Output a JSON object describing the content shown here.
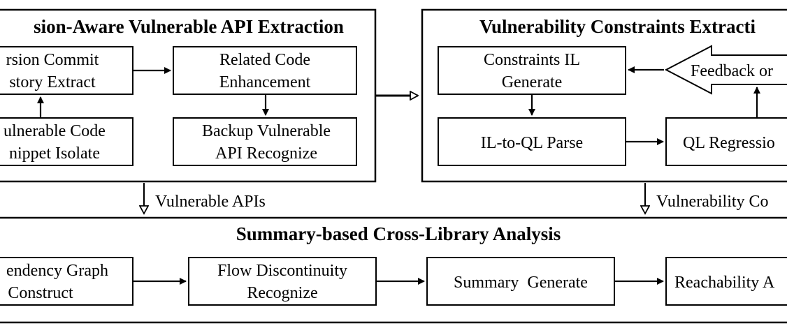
{
  "panels": {
    "left_title": "sion-Aware Vulnerable API Extraction",
    "right_title": "Vulnerability Constraints Extracti",
    "bottom_title": "Summary-based Cross-Library Analysis"
  },
  "left_boxes": {
    "version_commit": [
      "rsion Commit",
      "story Extract"
    ],
    "related_code": [
      "Related Code",
      "Enhancement"
    ],
    "vulnerable_code": [
      "ulnerable Code",
      "nippet Isolate"
    ],
    "backup_api": [
      "Backup Vulnerable",
      "API Recognize"
    ]
  },
  "right_boxes": {
    "constraints_il": [
      "Constraints IL",
      "Generate"
    ],
    "feedback": "Feedback or",
    "il_to_ql": "IL-to-QL Parse",
    "ql_regression": "QL Regressio"
  },
  "bottom_boxes": {
    "dependency_graph": [
      "endency Graph",
      "Construct"
    ],
    "flow_discontinuity": [
      "Flow Discontinuity",
      "Recognize"
    ],
    "summary_generate": "Summary  Generate",
    "reachability": "Reachability A"
  },
  "connectors": {
    "vulnerable_apis": "Vulnerable APIs",
    "vulnerability_constraints": "Vulnerability Co"
  }
}
